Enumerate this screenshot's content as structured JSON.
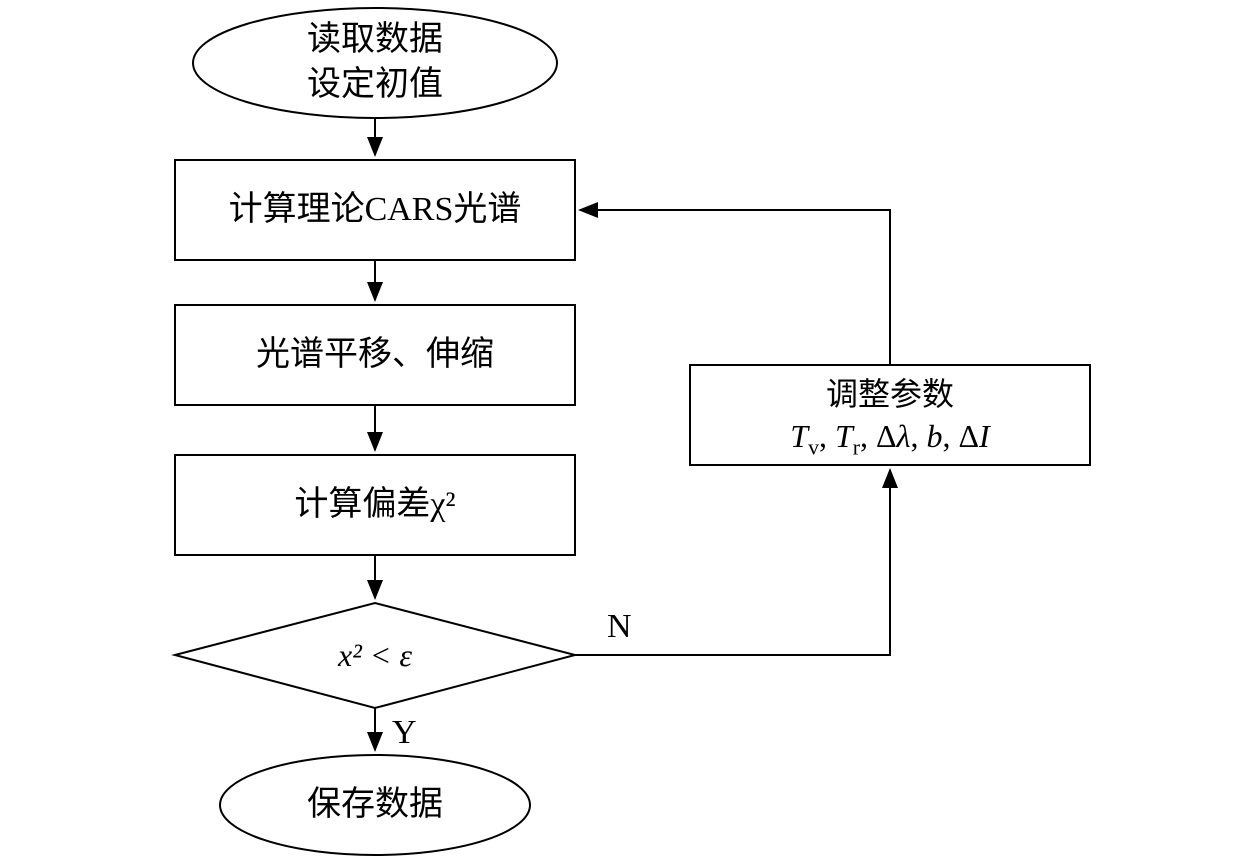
{
  "diagram": {
    "title_hint": "CARS fitting flowchart",
    "start": {
      "line1": "读取数据",
      "line2": "设定初值"
    },
    "process1": {
      "label": "计算理论CARS光谱"
    },
    "process2": {
      "label": "光谱平移、伸缩"
    },
    "process3": {
      "label": "计算偏差χ²"
    },
    "decision": {
      "label": "x² < ε",
      "no_label": "N",
      "yes_label": "Y"
    },
    "end": {
      "label": "保存数据"
    },
    "adjust": {
      "line1": "调整参数",
      "params": [
        "T",
        "v",
        ", ",
        "T",
        "r",
        ", ",
        "Δ",
        "λ",
        ", ",
        "b",
        ", ",
        "Δ",
        "I"
      ]
    },
    "colors": {
      "stroke": "#000000",
      "background": "#ffffff"
    }
  }
}
